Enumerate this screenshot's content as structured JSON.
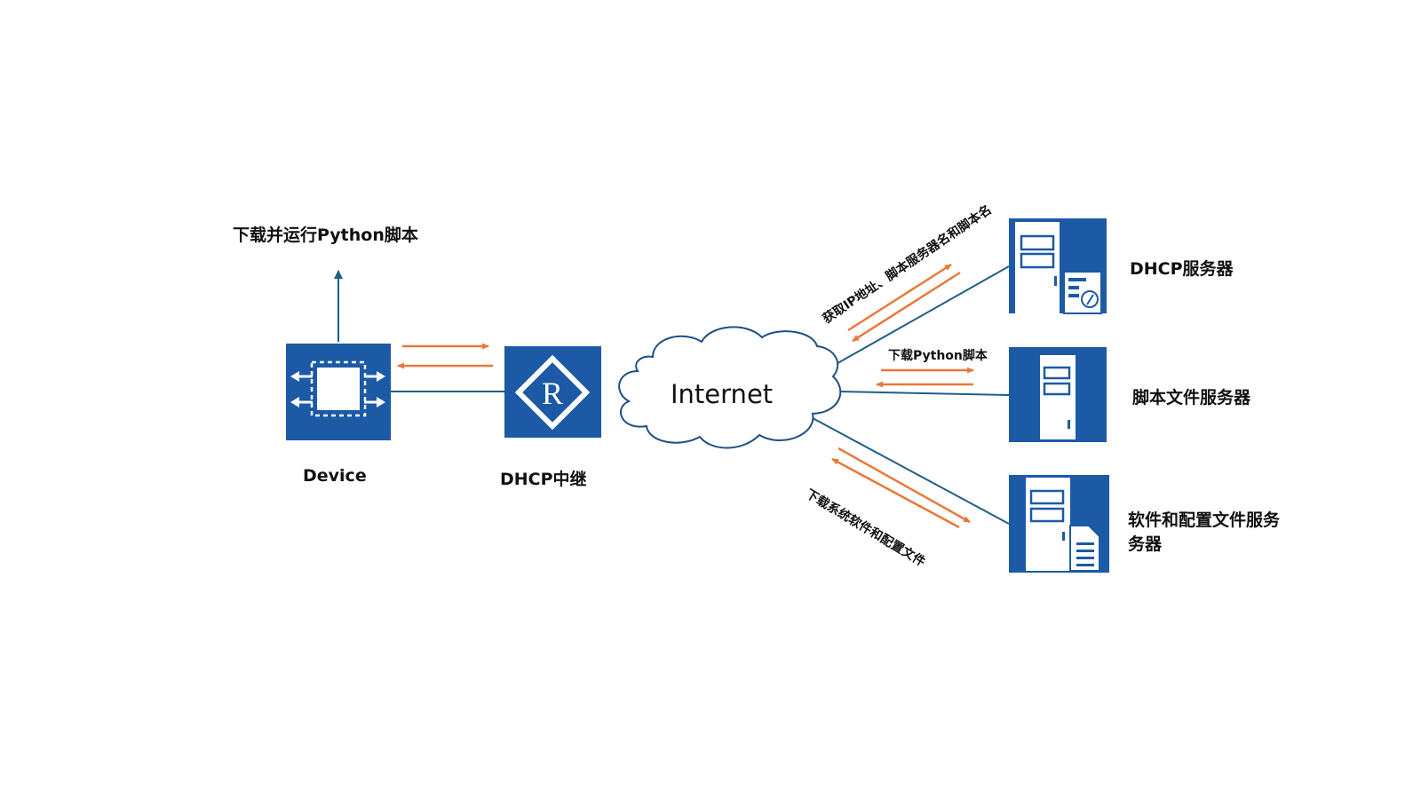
{
  "labels": {
    "run_python": "下载并运行Python脚本",
    "device": "Device",
    "relay": "DHCP中继",
    "internet": "Internet",
    "dhcp_server": "DHCP服务器",
    "script_server": "脚本文件服务器",
    "software_server_line1": "软件和配置文件服务",
    "software_server_line2": "务器",
    "get_ip": "获取IP地址、脚本服务器名和脚本名",
    "download_python": "下载Python脚本",
    "download_software": "下载系统软件和配置文件"
  },
  "icons": {
    "device": "chip-switch-icon",
    "relay": "router-r-icon",
    "cloud": "cloud-icon",
    "dhcp_server": "server-with-settings-doc-icon",
    "script_server": "server-icon",
    "software_server": "server-with-document-icon"
  },
  "colors": {
    "icon_blue": "#1c5aa6",
    "link_line": "#1f5f84",
    "arrow_orange": "#e8793a",
    "cloud_stroke": "#1f4f86"
  }
}
